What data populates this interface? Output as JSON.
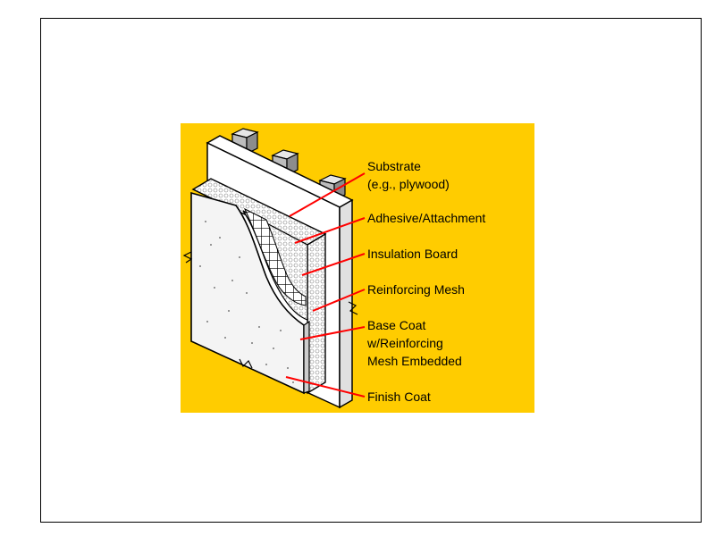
{
  "colors": {
    "background": "#ffcc00",
    "leader_line": "#ff0000",
    "outline": "#000000",
    "stud": "#bdbdbd",
    "panel_face": "#f4f4f4"
  },
  "labels": {
    "substrate_line1": "Substrate",
    "substrate_line2": "(e.g., plywood)",
    "adhesive": "Adhesive/Attachment",
    "insulation": "Insulation Board",
    "reinforcing_mesh": "Reinforcing Mesh",
    "base_coat_line1": "Base Coat",
    "base_coat_line2": "w/Reinforcing",
    "base_coat_line3": "Mesh Embedded",
    "finish_coat": "Finish Coat"
  }
}
